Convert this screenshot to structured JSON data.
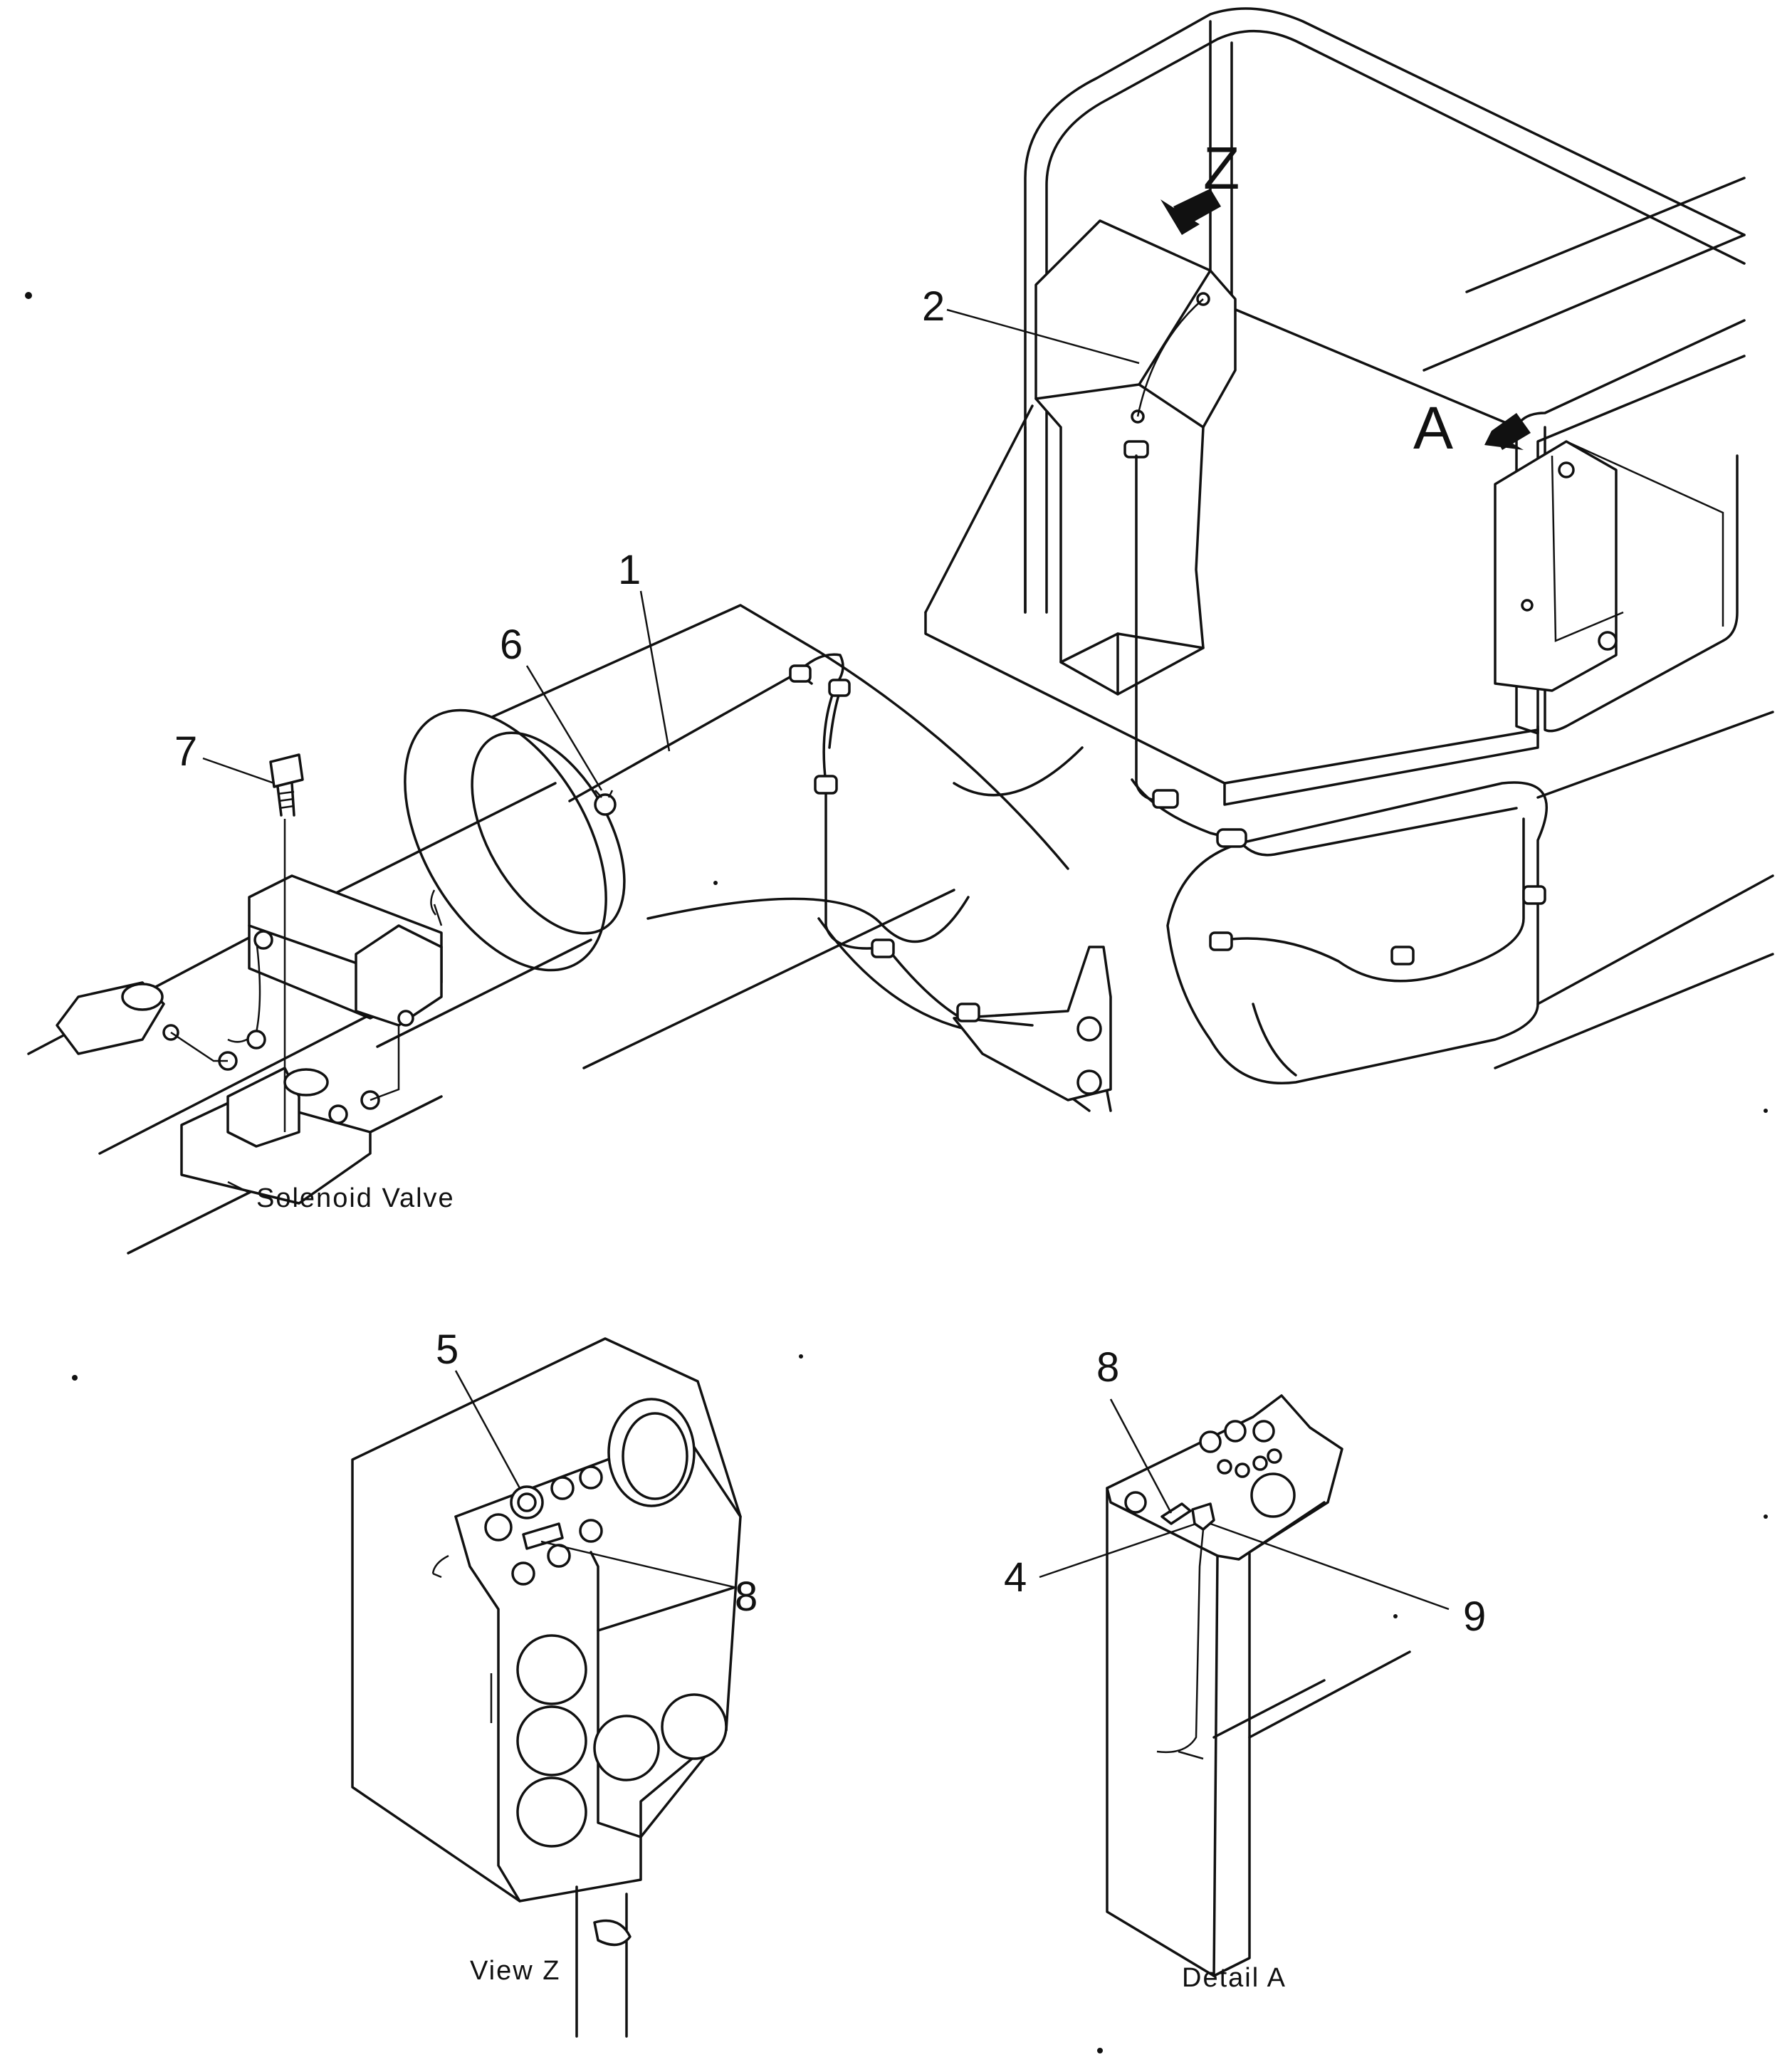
{
  "callouts": {
    "n1": "1",
    "n2": "2",
    "n4": "4",
    "n5": "5",
    "n6": "6",
    "n7": "7",
    "n8a": "8",
    "n8b": "8",
    "n9": "9"
  },
  "view_marks": {
    "z": "Z",
    "a": "A"
  },
  "labels": {
    "solenoid_valve": "Solenoid Valve",
    "view_z": "View Z",
    "detail_a": "Detail A"
  }
}
